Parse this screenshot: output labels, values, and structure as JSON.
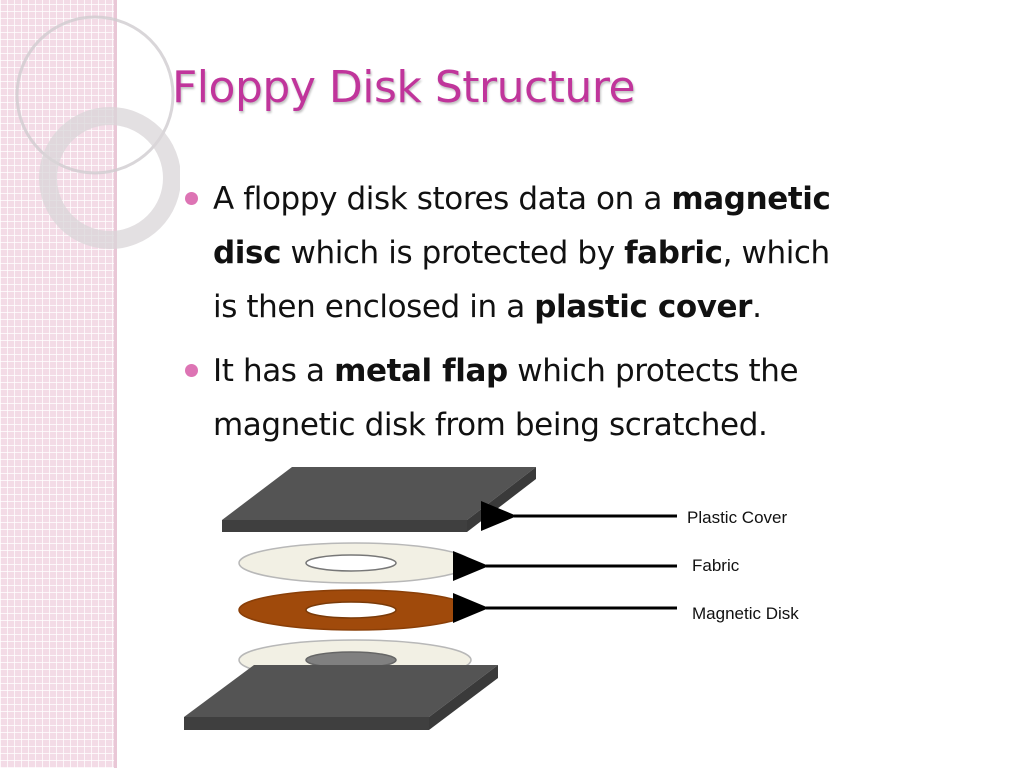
{
  "slide": {
    "title": "Floppy Disk Structure",
    "bullets": [
      {
        "lines": [
          [
            {
              "text": "A floppy disk stores data on a ",
              "bold": false
            },
            {
              "text": "magnetic",
              "bold": true
            }
          ],
          [
            {
              "text": "disc",
              "bold": true
            },
            {
              "text": " which is protected by ",
              "bold": false
            },
            {
              "text": "fabric",
              "bold": true
            },
            {
              "text": ", which",
              "bold": false
            }
          ],
          [
            {
              "text": "is then enclosed in a ",
              "bold": false
            },
            {
              "text": "plastic cover",
              "bold": true
            },
            {
              "text": ".",
              "bold": false
            }
          ]
        ]
      },
      {
        "lines": [
          [
            {
              "text": "It has a ",
              "bold": false
            },
            {
              "text": "metal flap",
              "bold": true
            },
            {
              "text": " which protects the",
              "bold": false
            }
          ],
          [
            {
              "text": "magnetic disk from being scratched.",
              "bold": false
            }
          ]
        ]
      }
    ]
  },
  "diagram": {
    "labels": {
      "plastic_cover": "Plastic Cover",
      "fabric": "Fabric",
      "magnetic_disk": "Magnetic Disk"
    }
  },
  "colors": {
    "title": "#c0359b",
    "bullet": "#dd74b4",
    "sidebar": "#f3dbe6",
    "plate": "#4d4d4d",
    "fabric": "#f2f0e4",
    "magnetic_disk": "#a04a0b",
    "hub": "#808080"
  }
}
